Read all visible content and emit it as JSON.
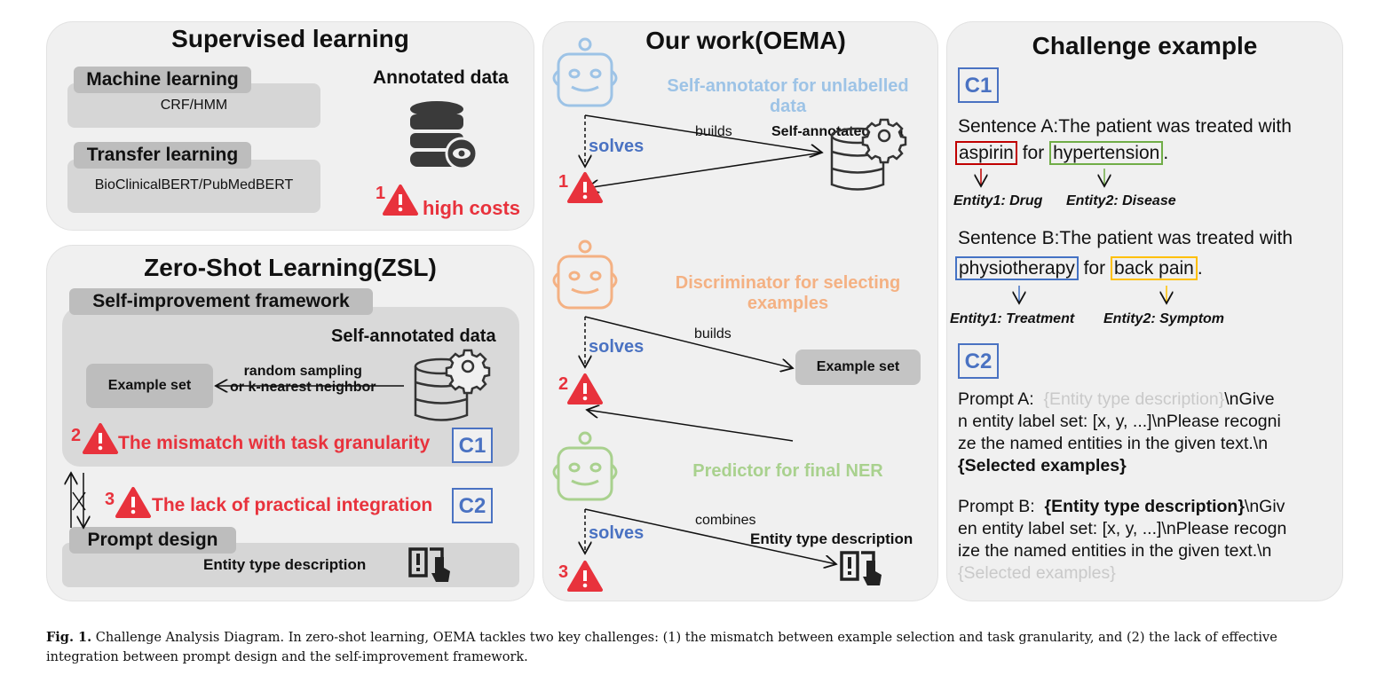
{
  "supervised": {
    "title": "Supervised learning",
    "machine_learning": {
      "label": "Machine learning",
      "models": "CRF/HMM"
    },
    "transfer_learning": {
      "label": "Transfer learning",
      "models": "BioClinicalBERT/PubMedBERT"
    },
    "annotated_data": "Annotated data",
    "challenge_number": "1",
    "challenge": "high costs"
  },
  "zsl": {
    "title": "Zero-Shot Learning(ZSL)",
    "framework_label": "Self-improvement framework",
    "self_annotated_data": "Self-annotated data",
    "example_set": "Example set",
    "sampling_line1": "random sampling",
    "sampling_line2": "or k-nearest neighbor",
    "challenge2_number": "2",
    "challenge2": "The mismatch with task granularity",
    "c1": "C1",
    "challenge3_number": "3",
    "challenge3": "The lack of practical integration",
    "c2": "C2",
    "prompt_design": "Prompt design",
    "entity_type_description": "Entity type description"
  },
  "oema": {
    "title": "Our work(OEMA)",
    "agents": [
      {
        "role_line1": "Self-annotator for unlabelled",
        "role_line2": "data",
        "color": "#9dc3e6",
        "solves": "solves",
        "challenge": "1",
        "edge": "builds",
        "target": "Self-annotated data"
      },
      {
        "role_line1": "Discriminator for selecting",
        "role_line2": "examples",
        "color": "#f4b183",
        "solves": "solves",
        "challenge": "2",
        "edge": "builds",
        "target": "Example set"
      },
      {
        "role_line1": "Predictor for final NER",
        "role_line2": "",
        "color": "#a9d18e",
        "solves": "solves",
        "challenge": "3",
        "edge": "combines",
        "target": "Entity type description"
      }
    ]
  },
  "challenge_example": {
    "title": "Challenge example",
    "c1": "C1",
    "sentence_a": {
      "prefix": "Sentence A:The patient was treated with",
      "entity1": "aspirin",
      "mid": "for",
      "entity2": "hypertension",
      "end": ".",
      "label1": "Entity1: Drug",
      "label2": "Entity2: Disease",
      "color1": "#c00000",
      "color2": "#70ad47"
    },
    "sentence_b": {
      "prefix": "Sentence B:The patient was treated with",
      "entity1": "physiotherapy",
      "mid": "for",
      "entity2": "back pain",
      "end": ".",
      "label1": "Entity1: Treatment",
      "label2": "Entity2: Symptom",
      "color1": "#4472c4",
      "color2": "#ffc000"
    },
    "c2": "C2",
    "prompt_a": {
      "label": "Prompt A:",
      "faded": "{Entity type description}",
      "line1": "\\nGive",
      "line2": "n entity label set: [x, y, ...]\\nPlease recogni",
      "line3": "ze the named entities in the given text.\\n",
      "bold": "{Selected examples}"
    },
    "prompt_b": {
      "label": "Prompt B:",
      "bold": "{Entity type description}",
      "line1": "\\nGiv",
      "line2": "en entity label set: [x, y, ...]\\nPlease recogn",
      "line3": "ize the named entities in the given text.\\n",
      "faded": "{Selected examples}"
    }
  },
  "caption": {
    "label": "Fig. 1.",
    "text": "Challenge Analysis Diagram. In zero-shot learning, OEMA tackles two key challenges: (1) the mismatch between example selection and task granularity, and (2) the lack of effective integration between prompt design and the self-improvement framework."
  },
  "colors": {
    "warning": "#e8323c",
    "c_box": "#4a72c2",
    "panel": "#f0f0f0"
  }
}
